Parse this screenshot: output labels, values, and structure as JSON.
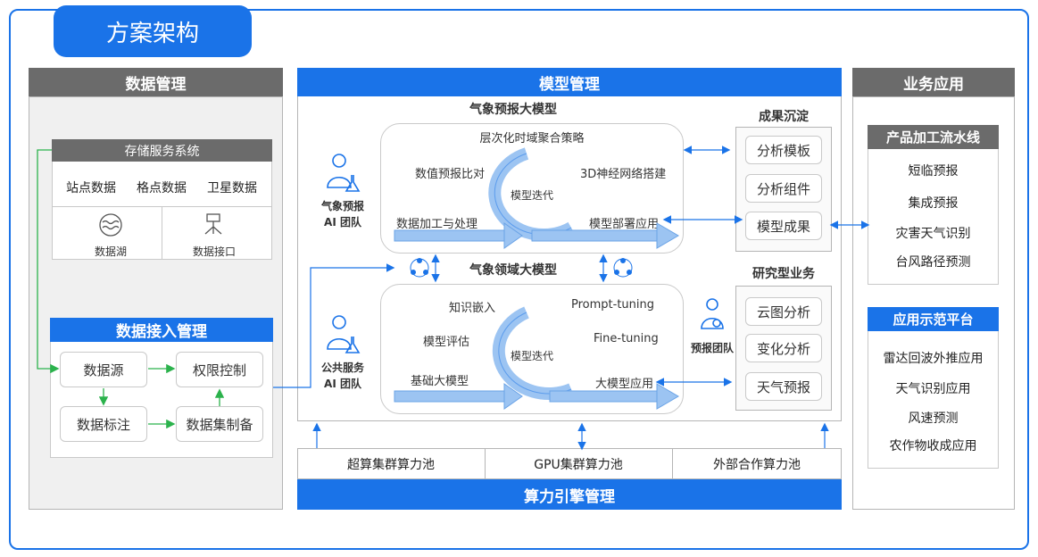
{
  "title": "方案架构",
  "data_mgmt": {
    "header": "数据管理",
    "storage": {
      "title": "存储服务系统",
      "items": [
        "站点数据",
        "格点数据",
        "卫星数据"
      ],
      "lake": "数据湖",
      "api": "数据接口"
    },
    "access": {
      "title": "数据接入管理",
      "source": "数据源",
      "permission": "权限控制",
      "label": "数据标注",
      "prep": "数据集制备"
    }
  },
  "model_mgmt": {
    "header": "模型管理",
    "weather_model": {
      "title": "气象预报大模型",
      "top": "层次化时域聚合策略",
      "left": "数值预报比对",
      "right": "3D神经网络搭建",
      "center": "模型迭代",
      "bottom_left": "数据加工与处理",
      "bottom_right": "模型部署应用"
    },
    "domain_model": {
      "title": "气象领域大模型",
      "top_left": "知识嵌入",
      "top_right": "Prompt-tuning",
      "left": "模型评估",
      "right": "Fine-tuning",
      "center": "模型迭代",
      "bottom_left": "基础大模型",
      "bottom_right": "大模型应用"
    },
    "team_weather": [
      "气象预报",
      "AI 团队"
    ],
    "team_public": [
      "公共服务",
      "AI 团队"
    ],
    "team_forecast": "预报团队",
    "results": {
      "title": "成果沉淀",
      "items": [
        "分析模板",
        "分析组件",
        "模型成果"
      ]
    },
    "research": {
      "title": "研究型业务",
      "items": [
        "云图分析",
        "变化分析",
        "天气预报"
      ]
    }
  },
  "compute": {
    "pools": [
      "超算集群算力池",
      "GPU集群算力池",
      "外部合作算力池"
    ],
    "footer": "算力引擎管理"
  },
  "biz_app": {
    "header": "业务应用",
    "pipeline": {
      "title": "产品加工流水线",
      "items": [
        "短临预报",
        "集成预报",
        "灾害天气识别",
        "台风路径预测"
      ]
    },
    "demo": {
      "title": "应用示范平台",
      "items": [
        "雷达回波外推应用",
        "天气识别应用",
        "风速预测",
        "农作物收成应用"
      ]
    }
  },
  "colors": {
    "accent": "#1a73e8",
    "gray": "#6b6b6b",
    "green": "#2bb24c",
    "ring": "#9cc4f2"
  }
}
